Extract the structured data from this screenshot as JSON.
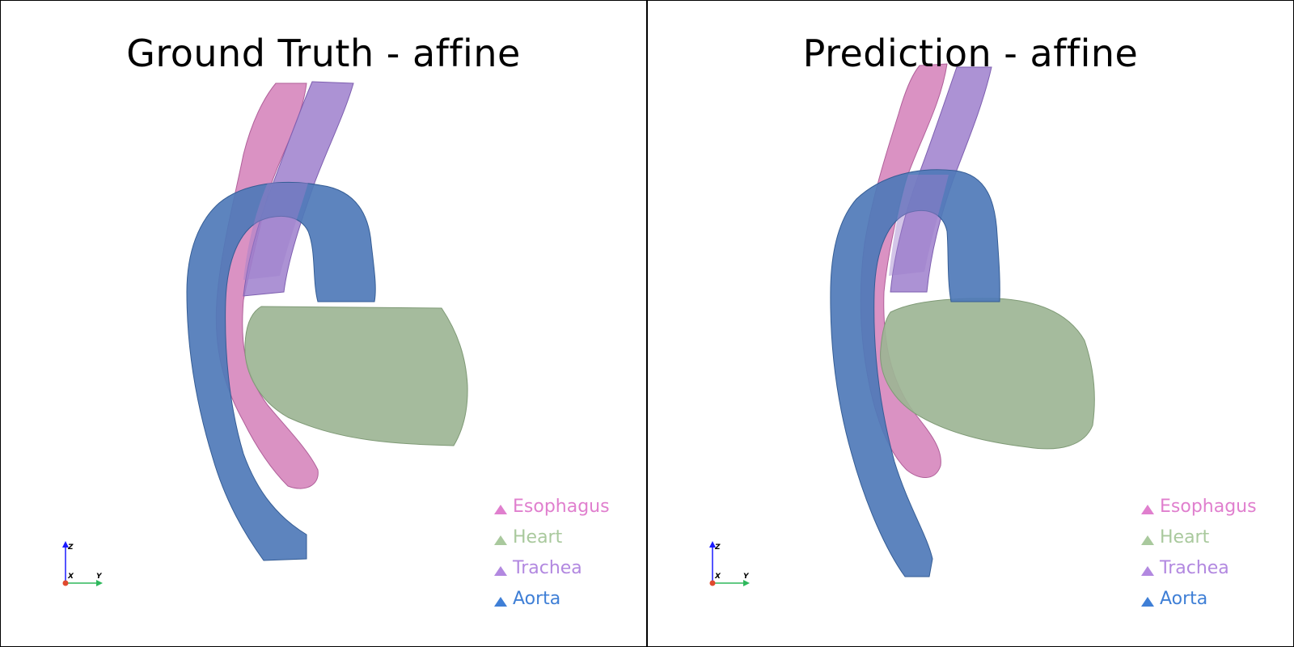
{
  "panels": [
    {
      "id": "ground-truth",
      "title": "Ground Truth - affine"
    },
    {
      "id": "prediction",
      "title": "Prediction - affine"
    }
  ],
  "legend": [
    {
      "label": "Esophagus",
      "color": "#e07fce"
    },
    {
      "label": "Heart",
      "color": "#a9c99d"
    },
    {
      "label": "Trachea",
      "color": "#b288e0"
    },
    {
      "label": "Aorta",
      "color": "#3f7fd6"
    }
  ],
  "axes": {
    "z": "Z",
    "x": "X",
    "y": "Y"
  },
  "colors": {
    "esophagus_fill": "#d47fb8",
    "heart_fill": "#9db595",
    "trachea_fill": "#9e7fcc",
    "aorta_fill": "#4f7ab8",
    "axis_z": "#1a1aff",
    "axis_y": "#2eb85c",
    "axis_origin": "#e04a2e"
  }
}
